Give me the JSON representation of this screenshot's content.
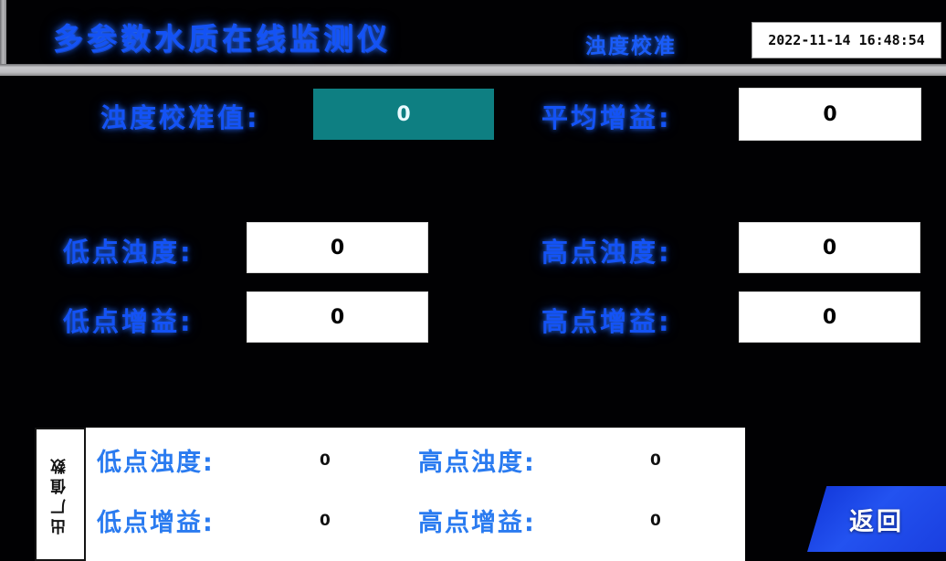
{
  "header": {
    "title": "多参数水质在线监测仪",
    "subtitle": "浊度校准",
    "datetime": "2022-11-14  16:48:54"
  },
  "form": {
    "rows": [
      {
        "label": "浊度校准值:",
        "value": "0",
        "style": "teal"
      },
      {
        "label": "平均增益:",
        "value": "0",
        "style": "white"
      },
      {
        "label": "低点浊度:",
        "value": "0",
        "style": "white"
      },
      {
        "label": "高点浊度:",
        "value": "0",
        "style": "white"
      },
      {
        "label": "低点增益:",
        "value": "0",
        "style": "white"
      },
      {
        "label": "高点增益:",
        "value": "0",
        "style": "white"
      }
    ]
  },
  "factory_panel": {
    "vertical_label": "出厂值数",
    "entries": [
      {
        "label": "低点浊度:",
        "value": "0"
      },
      {
        "label": "高点浊度:",
        "value": "0"
      },
      {
        "label": "低点增益:",
        "value": "0"
      },
      {
        "label": "高点增益:",
        "value": "0"
      }
    ]
  },
  "buttons": {
    "return_label": "返回"
  },
  "colors": {
    "background": "#010103",
    "label_blue": "#1453f5",
    "panel_label_blue": "#2a7bf0",
    "teal_field": "#0e7f82",
    "button_blue": "#1f4bec",
    "chrome_gray": "#bdbdc0"
  }
}
